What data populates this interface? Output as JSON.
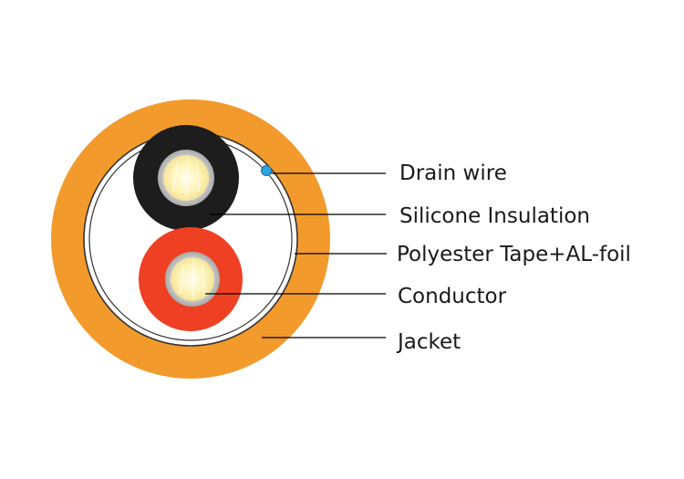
{
  "labels": {
    "drain_wire": "Drain wire",
    "silicone_insulation": "Silicone Insulation",
    "polyester_tape": "Polyester Tape+AL-foil",
    "conductor": "Conductor",
    "jacket": "Jacket"
  },
  "colors": {
    "jacket": "#f39a2c",
    "foil": "#ffffff",
    "foil_line": "#333333",
    "black_insulation": "#1d1d1d",
    "red_insulation": "#ef4023",
    "conductor_outer": "#c8c8c8",
    "conductor_core": "#fff8c4",
    "drain_wire": "#2ea4e0",
    "leader_line": "#000000"
  }
}
